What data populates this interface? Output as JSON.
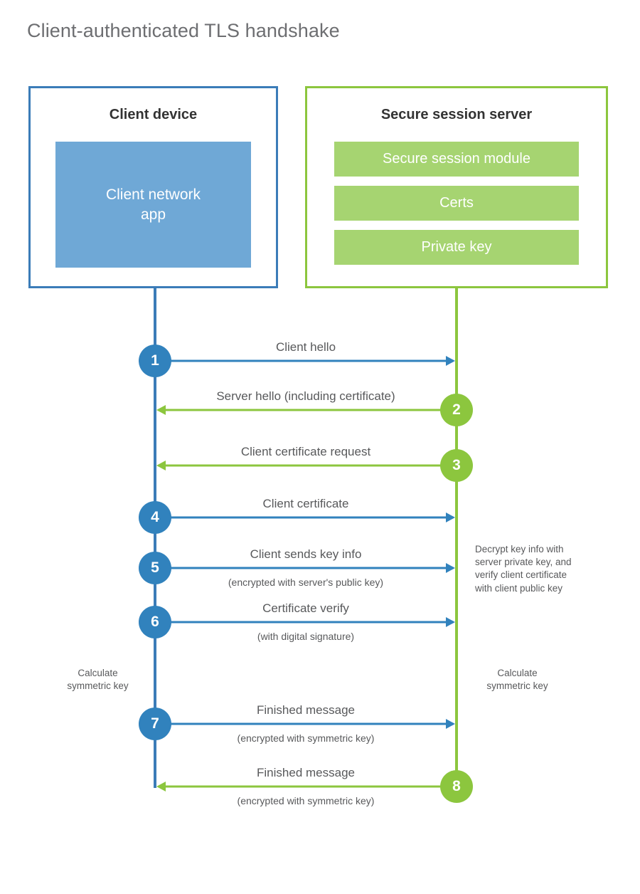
{
  "page": {
    "title": "Client-authenticated TLS handshake"
  },
  "colors": {
    "client_accent": "#3b7cb8",
    "client_circle": "#3182bd",
    "client_panel": "#6fa8d6",
    "server_accent": "#8cc63e",
    "server_bar": "#a6d471",
    "title_text": "#6d6e71",
    "body_text": "#58595b"
  },
  "client": {
    "title": "Client device",
    "app_label": "Client network\napp"
  },
  "server": {
    "title": "Secure session server",
    "components": [
      {
        "label": "Secure session module"
      },
      {
        "label": "Certs"
      },
      {
        "label": "Private key"
      }
    ]
  },
  "steps": [
    {
      "number": "1",
      "label": "Client hello",
      "sublabel": "",
      "direction": "client-to-server",
      "actor": "client"
    },
    {
      "number": "2",
      "label": "Server hello (including certificate)",
      "sublabel": "",
      "direction": "server-to-client",
      "actor": "server"
    },
    {
      "number": "3",
      "label": "Client certificate request",
      "sublabel": "",
      "direction": "server-to-client",
      "actor": "server"
    },
    {
      "number": "4",
      "label": "Client certificate",
      "sublabel": "",
      "direction": "client-to-server",
      "actor": "client"
    },
    {
      "number": "5",
      "label": "Client sends key info",
      "sublabel": "(encrypted with server's public key)",
      "direction": "client-to-server",
      "actor": "client"
    },
    {
      "number": "6",
      "label": "Certificate verify",
      "sublabel": "(with digital signature)",
      "direction": "client-to-server",
      "actor": "client"
    },
    {
      "number": "7",
      "label": "Finished message",
      "sublabel": "(encrypted with symmetric key)",
      "direction": "client-to-server",
      "actor": "client"
    },
    {
      "number": "8",
      "label": "Finished message",
      "sublabel": "(encrypted with symmetric key)",
      "direction": "server-to-client",
      "actor": "server"
    }
  ],
  "annotations": {
    "server_decrypt_note": "Decrypt key info with\nserver private key, and\nverify client certificate\nwith client public key",
    "client_calculate_note": "Calculate\nsymmetric key",
    "server_calculate_note": "Calculate\nsymmetric key"
  }
}
